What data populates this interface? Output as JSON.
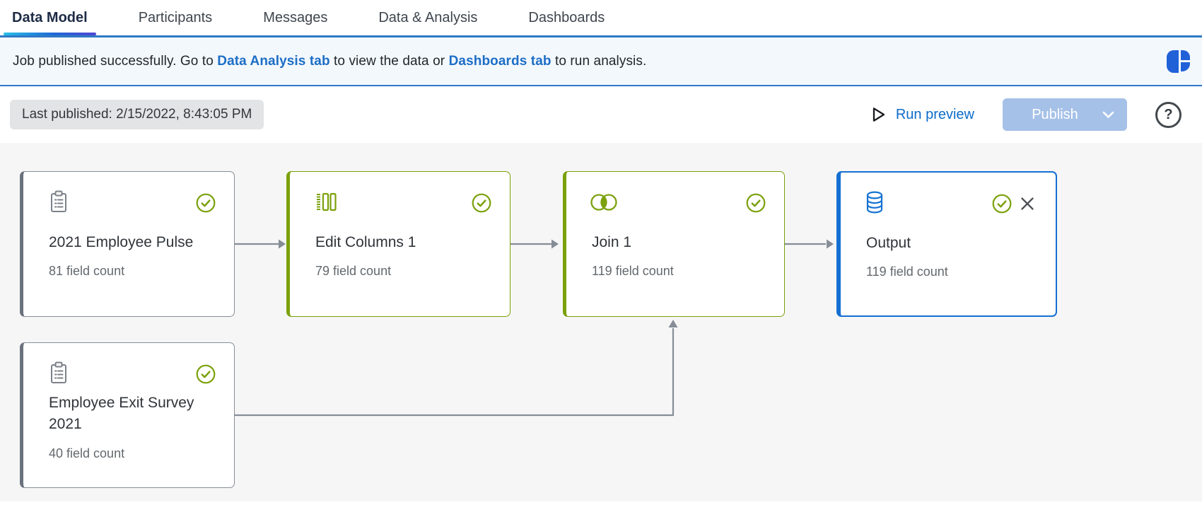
{
  "tabs": [
    {
      "label": "Data Model",
      "active": true
    },
    {
      "label": "Participants",
      "active": false
    },
    {
      "label": "Messages",
      "active": false
    },
    {
      "label": "Data & Analysis",
      "active": false
    },
    {
      "label": "Dashboards",
      "active": false
    }
  ],
  "banner": {
    "text_before": "Job published successfully. Go to ",
    "link_data_analysis": "Data Analysis tab",
    "text_middle": " to view the data or ",
    "link_dashboards": "Dashboards tab",
    "text_after": " to run analysis."
  },
  "toolbar": {
    "last_published": "Last published: 2/15/2022, 8:43:05 PM",
    "run_preview_label": "Run preview",
    "publish_label": "Publish",
    "publish_disabled": true,
    "help_label": "?"
  },
  "nodes": [
    {
      "title": "2021 Employee Pulse",
      "subtitle": "81 field count",
      "icon": "clipboard-icon",
      "status_icon": "check-circle-icon",
      "accent": "gray"
    },
    {
      "title": "Edit Columns 1",
      "subtitle": "79 field count",
      "icon": "edit-columns-icon",
      "status_icon": "check-circle-icon",
      "accent": "green"
    },
    {
      "title": "Join 1",
      "subtitle": "119 field count",
      "icon": "join-icon",
      "status_icon": "check-circle-icon",
      "accent": "green"
    },
    {
      "title": "Output",
      "subtitle": "119 field count",
      "icon": "database-icon",
      "status_icon": "check-circle-icon",
      "accent": "blue",
      "closable": true
    },
    {
      "title": "Employee Exit Survey 2021",
      "subtitle": "40 field count",
      "icon": "clipboard-icon",
      "status_icon": "check-circle-icon",
      "accent": "gray"
    }
  ],
  "edges": [
    {
      "from": "2021 Employee Pulse",
      "to": "Edit Columns 1"
    },
    {
      "from": "Edit Columns 1",
      "to": "Join 1"
    },
    {
      "from": "Employee Exit Survey 2021",
      "to": "Join 1"
    },
    {
      "from": "Join 1",
      "to": "Output"
    }
  ],
  "colors": {
    "accent_blue": "#1470d1",
    "accent_green": "#7ba10c",
    "banner_border_blue": "#3079c5",
    "link_blue": "#1d6ec6",
    "run_preview_blue": "#0d6cc9",
    "publish_disabled_bg": "#a6c1e8",
    "node_gray_border": "#878e96",
    "arrow_gray": "#868d96",
    "underline_gradient": [
      "#27c0e8",
      "#1f68d6",
      "#5146d2"
    ],
    "logo_blue": "#2161d8"
  }
}
